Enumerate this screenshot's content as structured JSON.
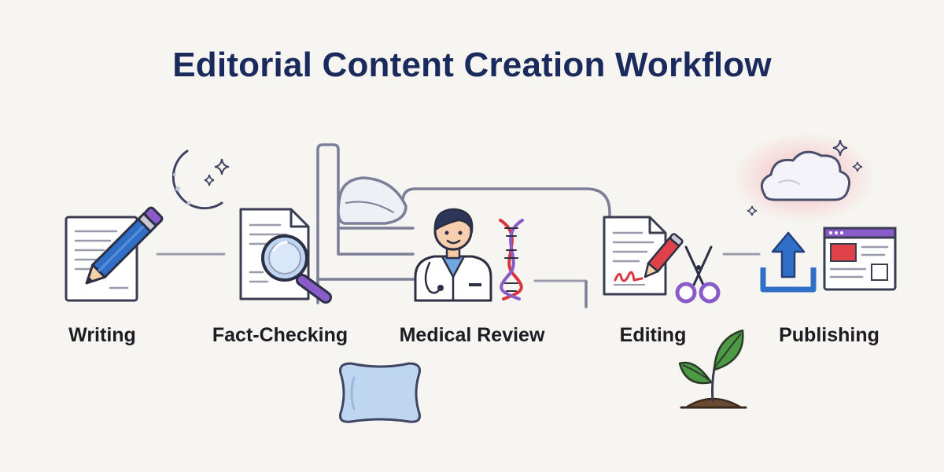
{
  "title": "Editorial Content Creation Workflow",
  "steps": [
    {
      "label": "Writing",
      "icon": "pencil-document-icon"
    },
    {
      "label": "Fact-Checking",
      "icon": "magnifier-document-icon"
    },
    {
      "label": "Medical Review",
      "icon": "doctor-dna-icon"
    },
    {
      "label": "Editing",
      "icon": "signed-document-scissors-icon"
    },
    {
      "label": "Publishing",
      "icon": "upload-webpage-icon"
    }
  ],
  "decorations": [
    "moon-icon",
    "bed-icon",
    "pillow-icon",
    "cloud-icon",
    "sprout-icon",
    "sparkle-icon"
  ],
  "colors": {
    "title": "#1b2a5c",
    "line": "#9a9cae",
    "accent_blue": "#2f6fc7",
    "accent_purple": "#8a5cc9",
    "accent_red": "#d7373f",
    "leaf_green": "#4d9a45"
  }
}
